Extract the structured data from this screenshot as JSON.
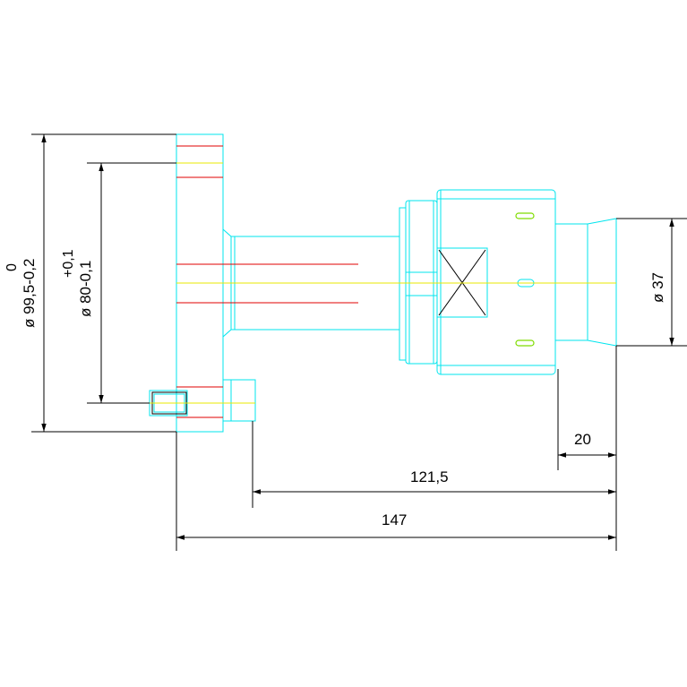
{
  "colors": {
    "outline": "#00e5ee",
    "centerline": "#e8e800",
    "hidden": "#e00000",
    "accent": "#7fdc00",
    "dimension": "#000000"
  },
  "dimensions": {
    "d_outer": "ø 99,5-0,2",
    "d_outer_upper": "0",
    "d_pitch": "ø 80-0,1",
    "d_pitch_upper": "+0,1",
    "d_head": "ø 37",
    "len_head": "20",
    "len_mid": "121,5",
    "len_total": "147"
  }
}
